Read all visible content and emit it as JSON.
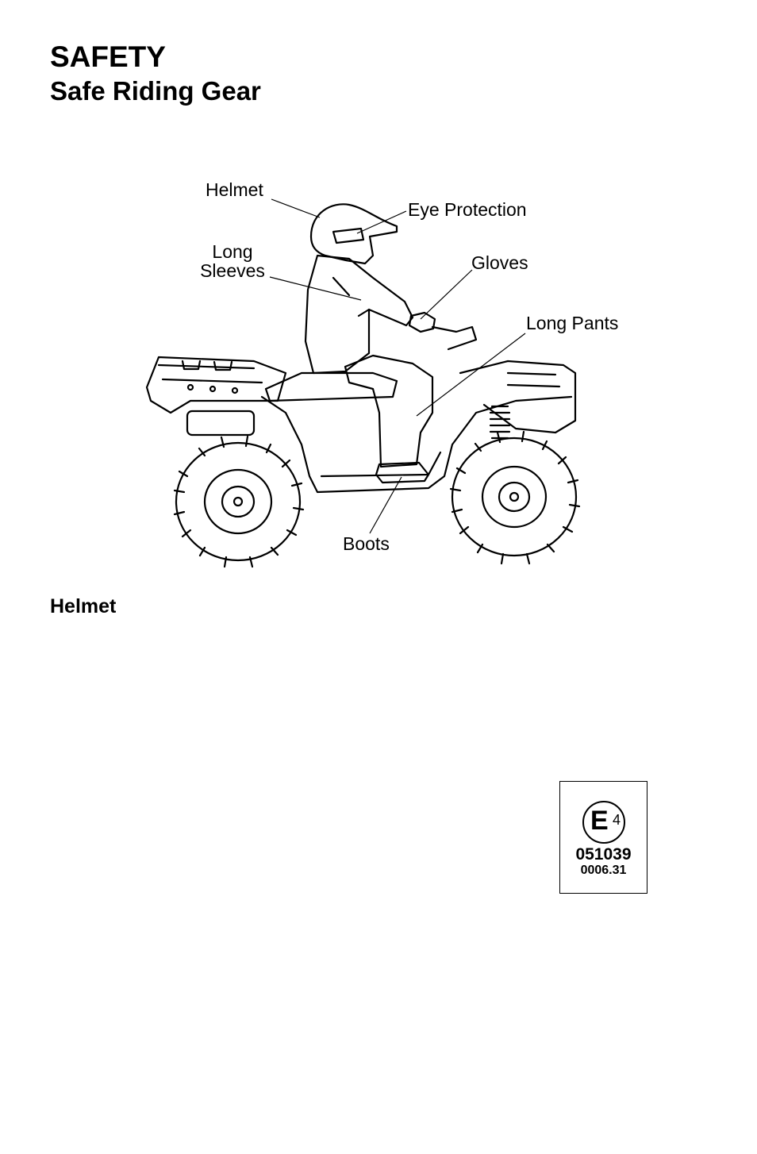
{
  "header": {
    "section": "SAFETY",
    "title": "Safe Riding Gear"
  },
  "figure": {
    "labels": {
      "helmet": "Helmet",
      "eye_protection": "Eye Protection",
      "long_sleeves_1": "Long",
      "long_sleeves_2": "Sleeves",
      "gloves": "Gloves",
      "long_pants": "Long Pants",
      "boots": "Boots"
    }
  },
  "helmet_section": {
    "heading": "Helmet"
  },
  "approval_mark": {
    "letter": "E",
    "country_number": "4",
    "approval_number": "051039",
    "regulation_code": "0006.31"
  }
}
